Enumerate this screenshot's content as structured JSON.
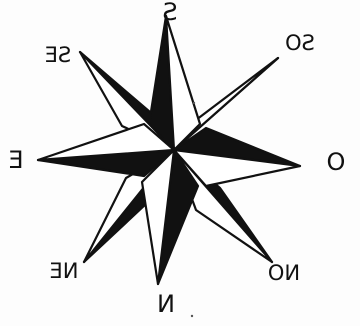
{
  "compass": {
    "labels": {
      "top": "S",
      "bottom": "N",
      "left": "E",
      "right": "O",
      "top_left": "SE",
      "top_right": "SO",
      "bottom_left": "NE",
      "bottom_right": "NO"
    },
    "mirrored_labels": [
      "top",
      "bottom",
      "left",
      "top_left",
      "top_right",
      "bottom_left",
      "bottom_right"
    ],
    "ink_color": "#111111",
    "paper_color": "#fdfdfd"
  }
}
